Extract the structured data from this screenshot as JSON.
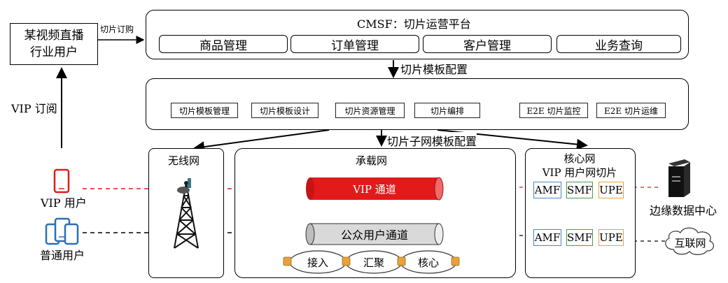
{
  "industry_user": {
    "line1": "某视频直播",
    "line2": "行业用户"
  },
  "slice_order_label": "切片订购",
  "vip_subscribe_label": "VIP 订阅",
  "cmsf": {
    "title": "CMSF：切片运营平台",
    "buttons": [
      "商品管理",
      "订单管理",
      "客户管理",
      "业务查询"
    ]
  },
  "slice_template_config_label": "切片模板配置",
  "modules": [
    "切片模板管理",
    "切片模板设计",
    "切片资源管理",
    "切片编排",
    "E2E 切片监控",
    "E2E 切片运维"
  ],
  "subnet_template_config_label": "切片子网模板配置",
  "wireless": {
    "title": "无线网"
  },
  "transport": {
    "title": "承载网",
    "vip_channel": "VIP 通道",
    "public_channel": "公众用户通道",
    "rings": [
      "接入",
      "汇聚",
      "核心"
    ]
  },
  "core": {
    "title": "核心网",
    "subtitle": "VIP 用户网切片",
    "vip_nfs": [
      "AMF",
      "SMF",
      "UPE"
    ],
    "public_nfs": [
      "AMF",
      "SMF",
      "UPE"
    ]
  },
  "vip_user_label": "VIP 用户",
  "normal_user_label": "普通用户",
  "edge_dc_label": "边缘数据中心",
  "internet_label": "互联网",
  "colors": {
    "vip_red": "#e21a1a",
    "phone_blue": "#2a6fb5",
    "gray_pipe": "#d9d9d9",
    "nf_blue": "#4a86c8",
    "nf_green": "#4c9a4c",
    "nf_orange": "#e8a23a"
  }
}
